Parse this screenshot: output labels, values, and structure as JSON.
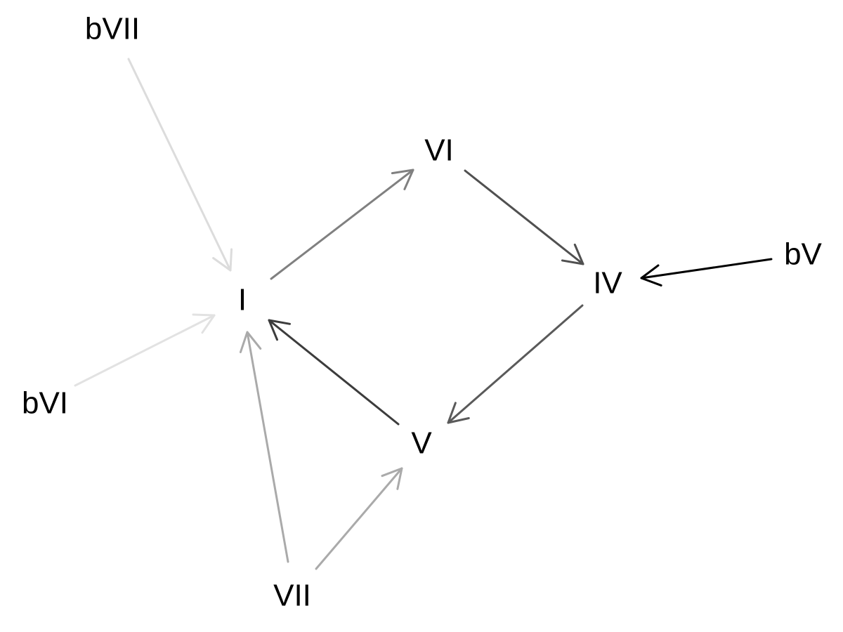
{
  "nodes": [
    {
      "id": "bVII",
      "label": "bVII"
    },
    {
      "id": "VI",
      "label": "VI"
    },
    {
      "id": "I",
      "label": "I"
    },
    {
      "id": "IV",
      "label": "IV"
    },
    {
      "id": "bV",
      "label": "bV"
    },
    {
      "id": "bVI",
      "label": "bVI"
    },
    {
      "id": "V",
      "label": "V"
    },
    {
      "id": "VII",
      "label": "VII"
    }
  ],
  "edges": [
    {
      "from": "bVII",
      "to": "I",
      "color": "#dcdcdc"
    },
    {
      "from": "bVI",
      "to": "I",
      "color": "#e2e2e2"
    },
    {
      "from": "VII",
      "to": "I",
      "color": "#aaaaaa"
    },
    {
      "from": "VII",
      "to": "V",
      "color": "#aaaaaa"
    },
    {
      "from": "I",
      "to": "VI",
      "color": "#808080"
    },
    {
      "from": "VI",
      "to": "IV",
      "color": "#505050"
    },
    {
      "from": "IV",
      "to": "V",
      "color": "#5a5a5a"
    },
    {
      "from": "V",
      "to": "I",
      "color": "#3c3c3c"
    },
    {
      "from": "bV",
      "to": "IV",
      "color": "#000000"
    }
  ]
}
